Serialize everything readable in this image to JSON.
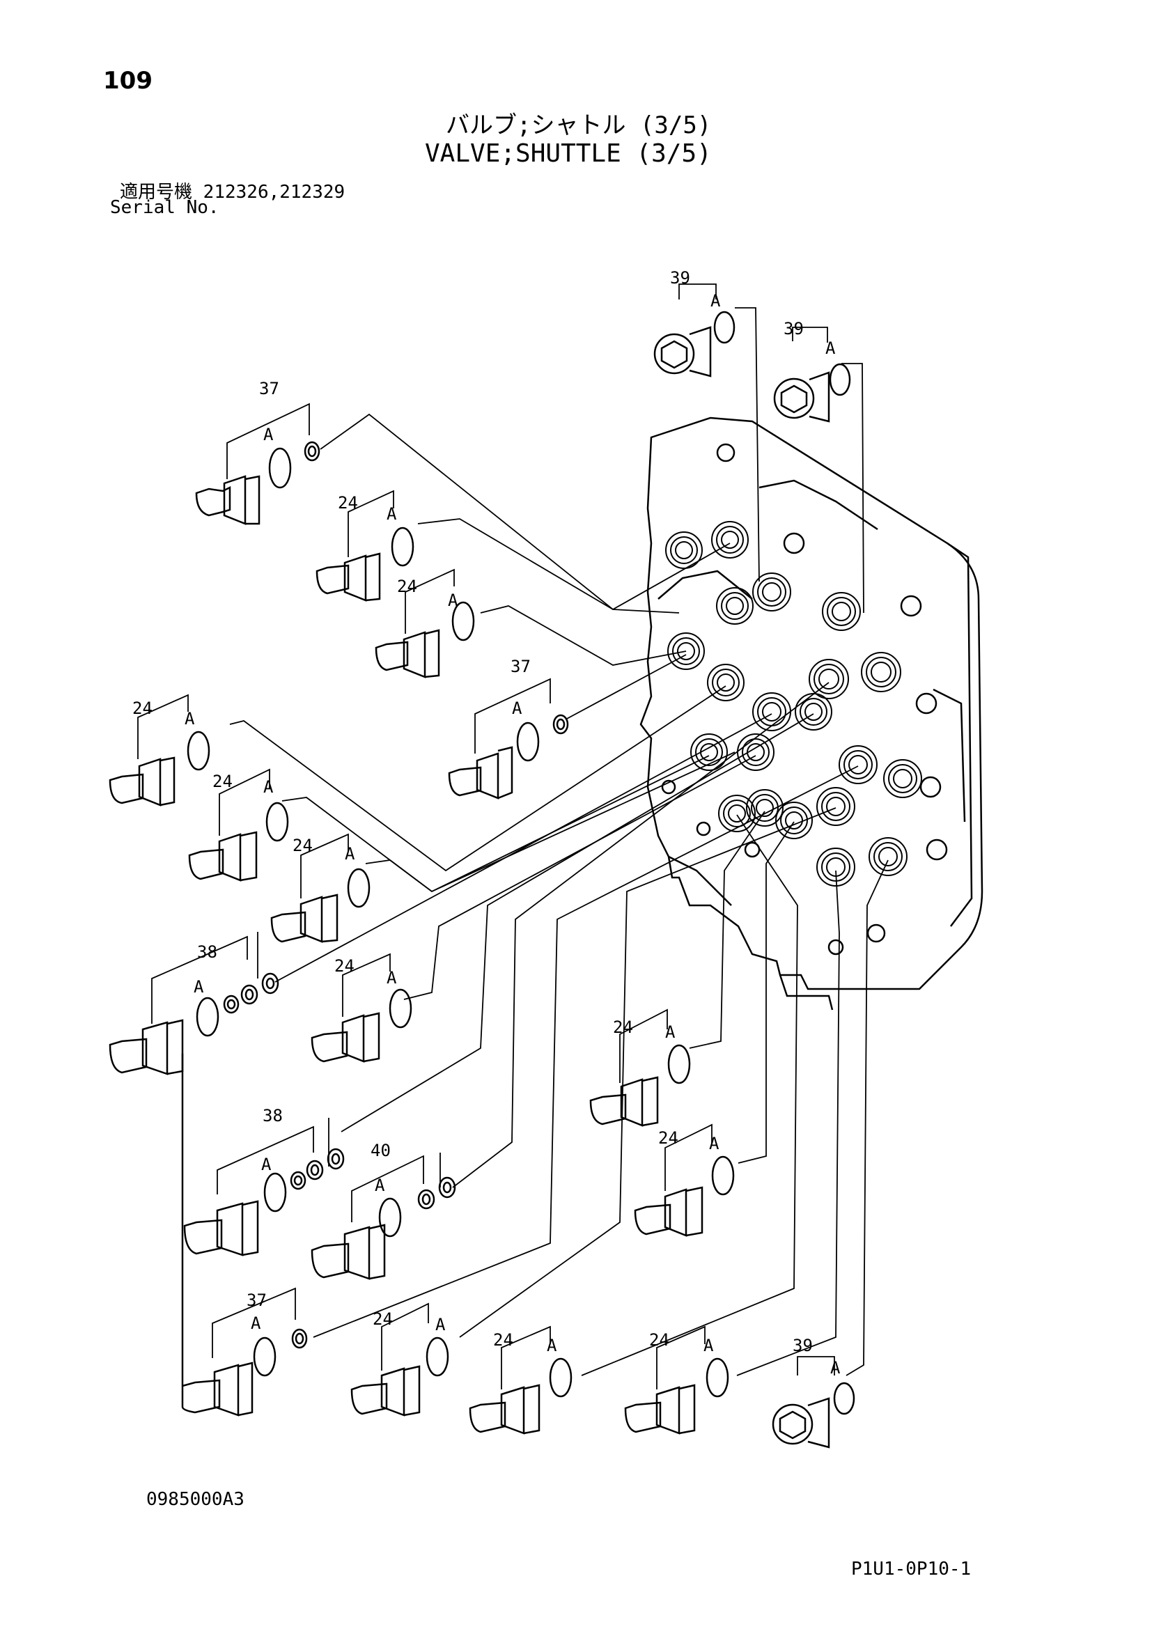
{
  "page": {
    "number": "109",
    "title_jp": "バルブ;シャトル (3/5)",
    "title_en": "VALVE;SHUTTLE (3/5)",
    "serial_label_jp": "適用号機",
    "serial_numbers": "212326,212329",
    "serial_label_en": "Serial No.",
    "drawing_code": "0985000A3",
    "page_code": "P1U1-0P10-1"
  },
  "parts": [
    {
      "ref": "39",
      "sub": "A",
      "kind": "plug"
    },
    {
      "ref": "39",
      "sub": "A",
      "kind": "plug"
    },
    {
      "ref": "37",
      "sub": "A",
      "kind": "fitting"
    },
    {
      "ref": "24",
      "sub": "A",
      "kind": "fitting"
    },
    {
      "ref": "24",
      "sub": "A",
      "kind": "fitting"
    },
    {
      "ref": "37",
      "sub": "A",
      "kind": "fitting"
    },
    {
      "ref": "24",
      "sub": "A",
      "kind": "fitting"
    },
    {
      "ref": "24",
      "sub": "A",
      "kind": "fitting"
    },
    {
      "ref": "24",
      "sub": "A",
      "kind": "fitting"
    },
    {
      "ref": "38",
      "sub": "A",
      "kind": "fitting"
    },
    {
      "ref": "24",
      "sub": "A",
      "kind": "fitting"
    },
    {
      "ref": "24",
      "sub": "A",
      "kind": "fitting"
    },
    {
      "ref": "24",
      "sub": "A",
      "kind": "fitting"
    },
    {
      "ref": "38",
      "sub": "A",
      "kind": "fitting"
    },
    {
      "ref": "40",
      "sub": "A",
      "kind": "fitting"
    },
    {
      "ref": "37",
      "sub": "A",
      "kind": "fitting"
    },
    {
      "ref": "24",
      "sub": "A",
      "kind": "fitting"
    },
    {
      "ref": "24",
      "sub": "A",
      "kind": "fitting"
    },
    {
      "ref": "24",
      "sub": "A",
      "kind": "fitting"
    },
    {
      "ref": "39",
      "sub": "A",
      "kind": "plug"
    }
  ]
}
